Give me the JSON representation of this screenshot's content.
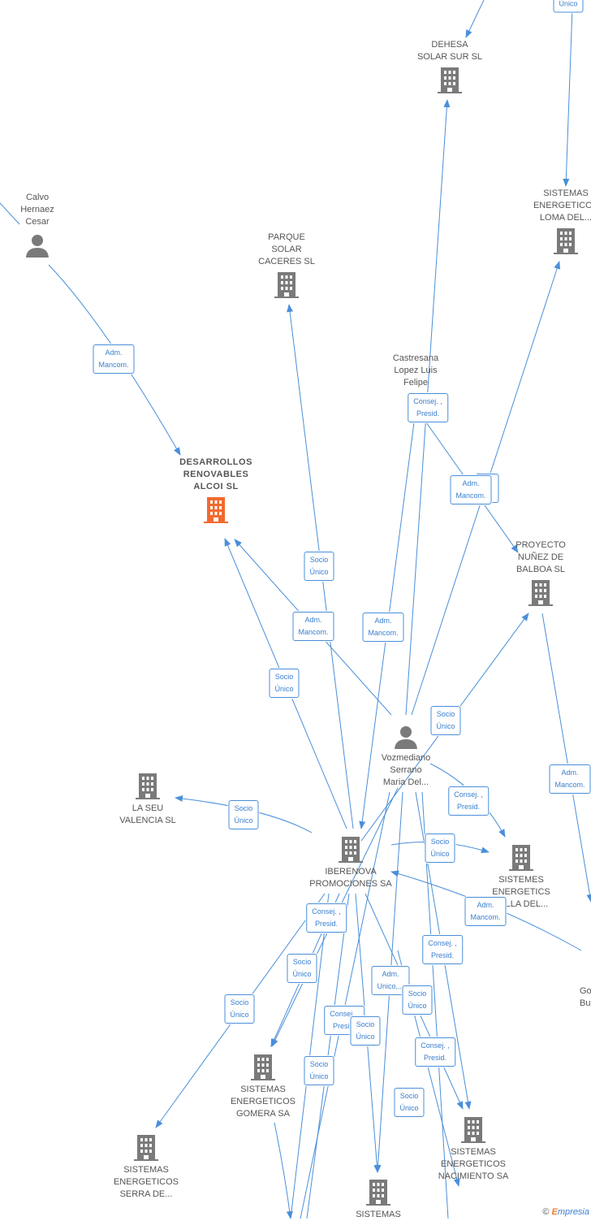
{
  "colors": {
    "edge": "#4a8fd9",
    "company": "#7a7a7a",
    "main_company": "#f26a2f",
    "person": "#7a7a7a"
  },
  "nodes": {
    "dehesa": {
      "lines": [
        "DEHESA",
        "SOLAR SUR SL"
      ],
      "icon": "building-icon"
    },
    "loma": {
      "lines": [
        "SISTEMAS",
        "ENERGETICOS",
        "LOMA DEL..."
      ],
      "icon": "building-icon"
    },
    "calvo": {
      "lines": [
        "Calvo",
        "Hernaez",
        "Cesar"
      ],
      "icon": "person-icon"
    },
    "parque": {
      "lines": [
        "PARQUE",
        "SOLAR",
        "CACERES SL"
      ],
      "icon": "building-icon"
    },
    "castresana": {
      "lines": [
        "Castresana",
        "Lopez Luis",
        "Felipe"
      ],
      "icon": "person-icon"
    },
    "desarrollos": {
      "lines": [
        "DESARROLLOS",
        "RENOVABLES",
        "ALCOI  SL"
      ],
      "icon": "building-icon"
    },
    "proyecto": {
      "lines": [
        "PROYECTO",
        "NUÑEZ DE",
        "BALBOA SL"
      ],
      "icon": "building-icon"
    },
    "vozmediano": {
      "lines": [
        "Vozmediano",
        "Serrano",
        "Maria Del..."
      ],
      "icon": "person-icon"
    },
    "laseu": {
      "lines": [
        "LA SEU",
        "VALENCIA  SL"
      ],
      "icon": "building-icon"
    },
    "iberenova": {
      "lines": [
        "IBERENOVA",
        "PROMOCIONES SA"
      ],
      "icon": "building-icon"
    },
    "sistemes": {
      "lines": [
        "SISTEMES",
        "ENERGETICS",
        "VALLA DEL..."
      ],
      "icon": "building-icon"
    },
    "gomera": {
      "lines": [
        "SISTEMAS",
        "ENERGETICOS",
        "GOMERA SA"
      ],
      "icon": "building-icon"
    },
    "nacimiento": {
      "lines": [
        "SISTEMAS",
        "ENERGETICOS",
        "NACIMIENTO SA"
      ],
      "icon": "building-icon"
    },
    "serra": {
      "lines": [
        "SISTEMAS",
        "ENERGETICOS",
        "SERRA DE..."
      ],
      "icon": "building-icon"
    },
    "sistemas_bottom": {
      "lines": [
        "SISTEMAS"
      ],
      "icon": "building-icon"
    },
    "go_partial": {
      "lines": [
        "Go",
        "Bu"
      ]
    }
  },
  "tags": {
    "t_top": "Único",
    "t1": "Adm.\nMancom.",
    "t2": "Consej. ,\nPresid.",
    "t3": "Adm.\nMancom.",
    "t3b": "... ,\n...o.",
    "t4": "Socio\nÚnico",
    "t5": "Adm.\nMancom.",
    "t6": "Adm.\nMancom.",
    "t7": "Socio\nÚnico",
    "t8": "Socio\nÚnico",
    "t9": "Adm.\nMancom.",
    "t10": "Socio\nÚnico",
    "t11": "Consej. ,\nPresid.",
    "t12": "Socio\nÚnico",
    "t13": "Adm.\nMancom.",
    "t14": "Consej. ,\nPresid.",
    "t15": "Consej. ,\nPresid.",
    "t16": "Socio\nÚnico",
    "t17": "Adm.\nUnico,...",
    "t18": "Socio\nÚnico",
    "t19": "Socio\nÚnico",
    "t20": "Consej. ,\nPresid.",
    "t21": "Socio\nÚnico",
    "t22": "Consej. ,\nPresid.",
    "t23": "Socio\nÚnico",
    "t24": "Socio\nÚnico"
  },
  "credit": {
    "symbol": "©",
    "brand_e": "E",
    "brand_rest": "mpresia"
  }
}
